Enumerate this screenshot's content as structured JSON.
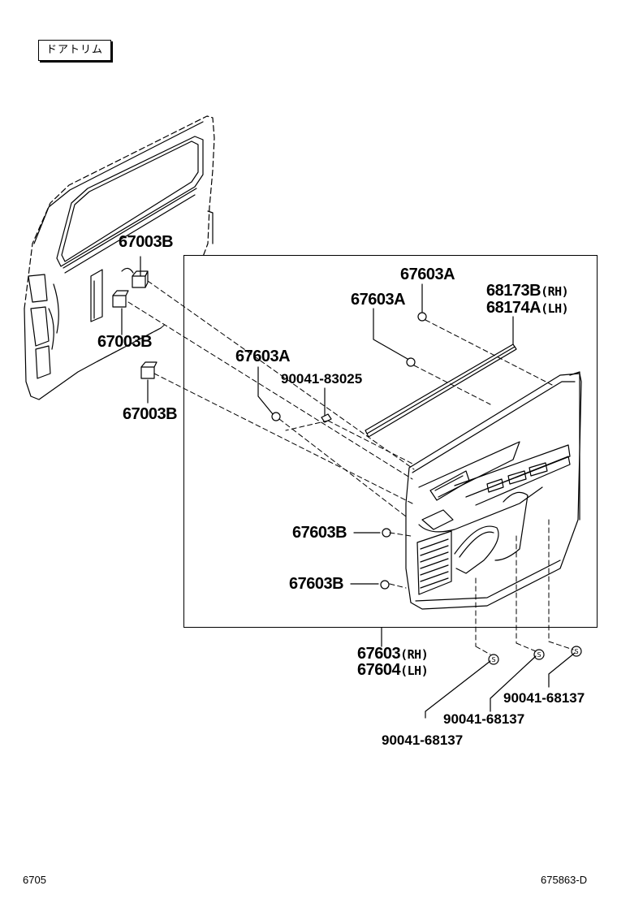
{
  "header": {
    "title": "ドアトリム"
  },
  "parts": {
    "clip_a": "67003B",
    "clip_b": "67003B",
    "clip_c": "67003B",
    "bolt_top": "67603A",
    "bolt_mid": "67603A",
    "bolt_left": "67603A",
    "screw_83025": "90041-83025",
    "weather_rh": "68173B",
    "weather_rh_side": "(RH)",
    "weather_lh": "68174A",
    "weather_lh_side": "(LH)",
    "bolt_b1": "67603B",
    "bolt_b2": "67603B",
    "panel_rh": "67603",
    "panel_rh_side": "(RH)",
    "panel_lh": "67604",
    "panel_lh_side": "(LH)",
    "screw_1": "90041-68137",
    "screw_2": "90041-68137",
    "screw_3": "90041-68137"
  },
  "footer": {
    "page_code": "6705",
    "drawing_code": "675863-D"
  },
  "colors": {
    "line": "#000000",
    "background": "#ffffff"
  }
}
